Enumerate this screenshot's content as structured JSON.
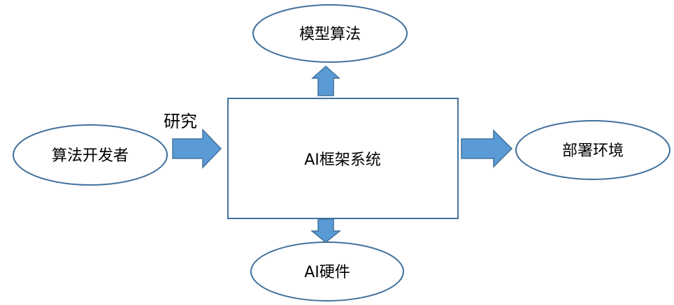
{
  "diagram": {
    "nodes": {
      "developer": "算法开发者",
      "framework": "AI框架系统",
      "model": "模型算法",
      "deploy": "部署环境",
      "hardware": "AI硬件"
    },
    "edges": {
      "developer_to_framework_label": "研究"
    }
  }
}
